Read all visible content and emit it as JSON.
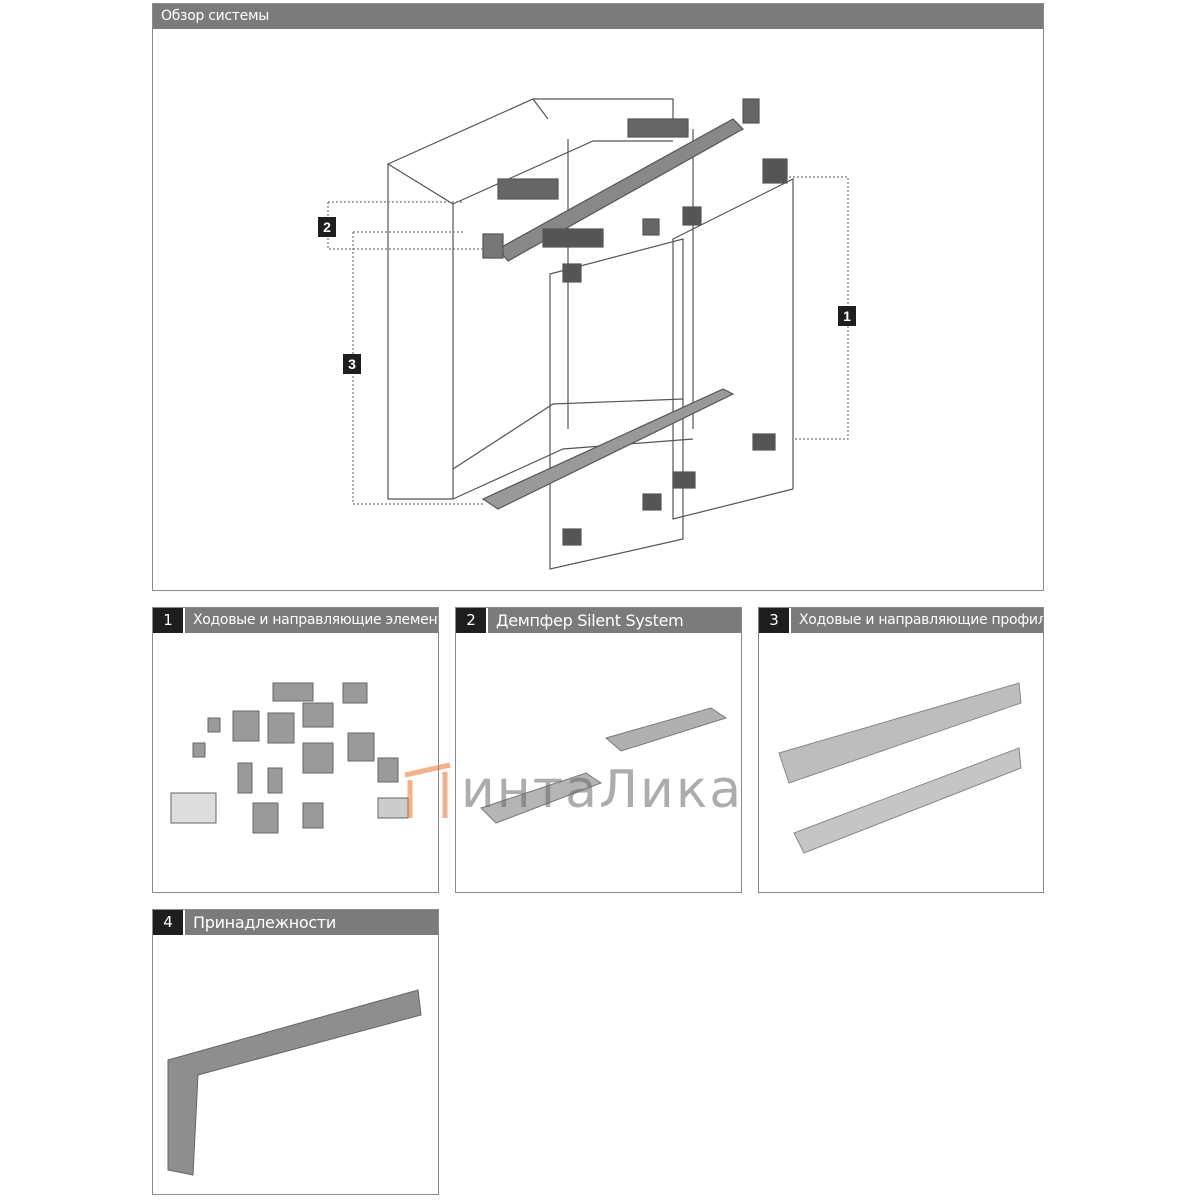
{
  "overview": {
    "title": "Обзор системы",
    "callouts": [
      "1",
      "2",
      "3"
    ]
  },
  "sections": [
    {
      "number": "1",
      "title": "Ходовые и направляющие элементы"
    },
    {
      "number": "2",
      "title": "Демпфер Silent System"
    },
    {
      "number": "3",
      "title": "Ходовые и направляющие профили"
    },
    {
      "number": "4",
      "title": "Принадлежности"
    }
  ],
  "watermark": {
    "text": "интаЛика",
    "color": "#e8742a"
  }
}
